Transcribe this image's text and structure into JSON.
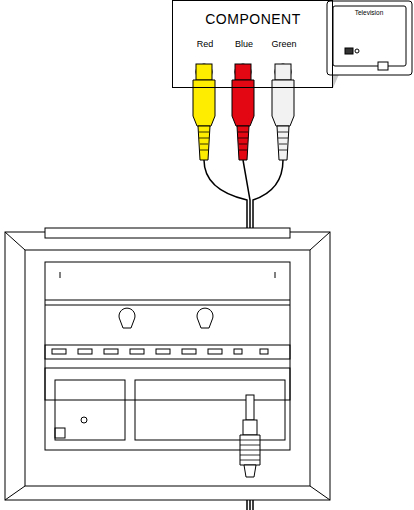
{
  "diagram": {
    "nodes": [
      {
        "text": [
          "COMPONENT",
          "Red",
          "Blue",
          "Green"
        ]
      },
      {
        "text": [
          "Television"
        ]
      }
    ]
  }
}
